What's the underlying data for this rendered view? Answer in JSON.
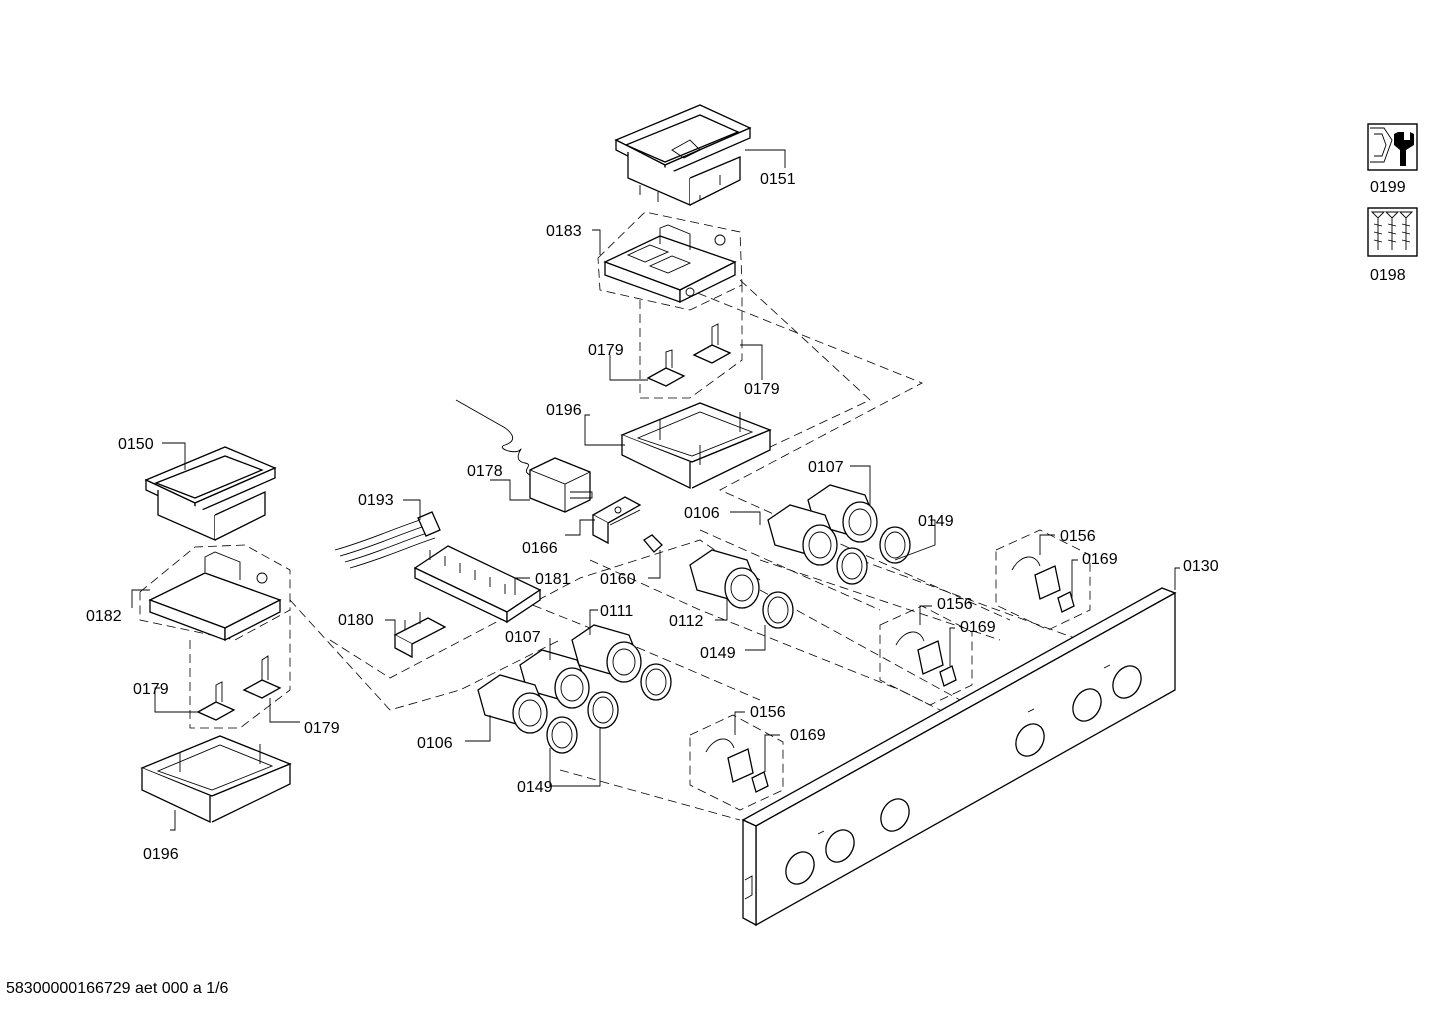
{
  "labels": {
    "l0151": "0151",
    "l0183": "0183",
    "l0179a": "0179",
    "l0179b": "0179",
    "l0196a": "0196",
    "l0150": "0150",
    "l0178": "0178",
    "l0193": "0193",
    "l0166": "0166",
    "l0160": "0160",
    "l0182": "0182",
    "l0181": "0181",
    "l0180": "0180",
    "l0179c": "0179",
    "l0179d": "0179",
    "l0196b": "0196",
    "l0107a": "0107",
    "l0106a": "0106",
    "l0149a": "0149",
    "l0112": "0112",
    "l0149b": "0149",
    "l0111": "0111",
    "l0107b": "0107",
    "l0106b": "0106",
    "l0149c": "0149",
    "l0156a": "0156",
    "l0169a": "0169",
    "l0156b": "0156",
    "l0169b": "0169",
    "l0156c": "0156",
    "l0169c": "0169",
    "l0130": "0130",
    "l0199": "0199",
    "l0198": "0198"
  },
  "icons": {
    "service": "wrench-hexagon-icon",
    "screws": "screws-icon"
  },
  "footer": "58300000166729 aet 000 a 1/6"
}
